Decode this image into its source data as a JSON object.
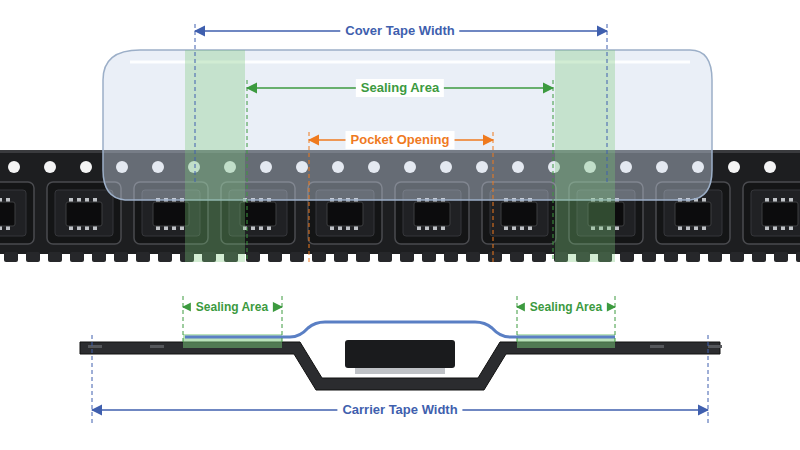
{
  "diagram": {
    "labels": [
      "Cover Tape Width",
      "Sealing Area",
      "Pocket Opening",
      "Sealing Area",
      "Sealing Area",
      "Carrier Tape Width"
    ]
  }
}
